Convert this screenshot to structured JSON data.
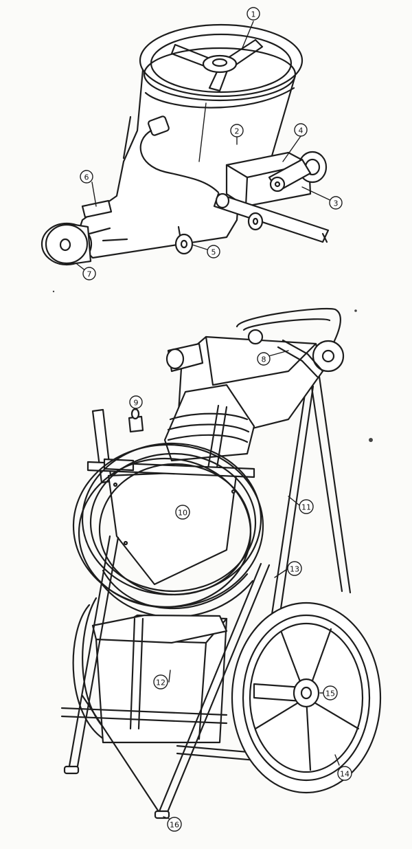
{
  "callouts": [
    {
      "label": "1"
    },
    {
      "label": "2"
    },
    {
      "label": "3"
    },
    {
      "label": "4"
    },
    {
      "label": "5"
    },
    {
      "label": "6"
    },
    {
      "label": "7"
    },
    {
      "label": "8"
    },
    {
      "label": "9"
    },
    {
      "label": "10"
    },
    {
      "label": "11"
    },
    {
      "label": "12"
    },
    {
      "label": "13"
    },
    {
      "label": "14"
    },
    {
      "label": "15"
    },
    {
      "label": "16"
    }
  ],
  "colors": {
    "ink": "#1d1d1d",
    "paper": "#fbfbf9"
  }
}
